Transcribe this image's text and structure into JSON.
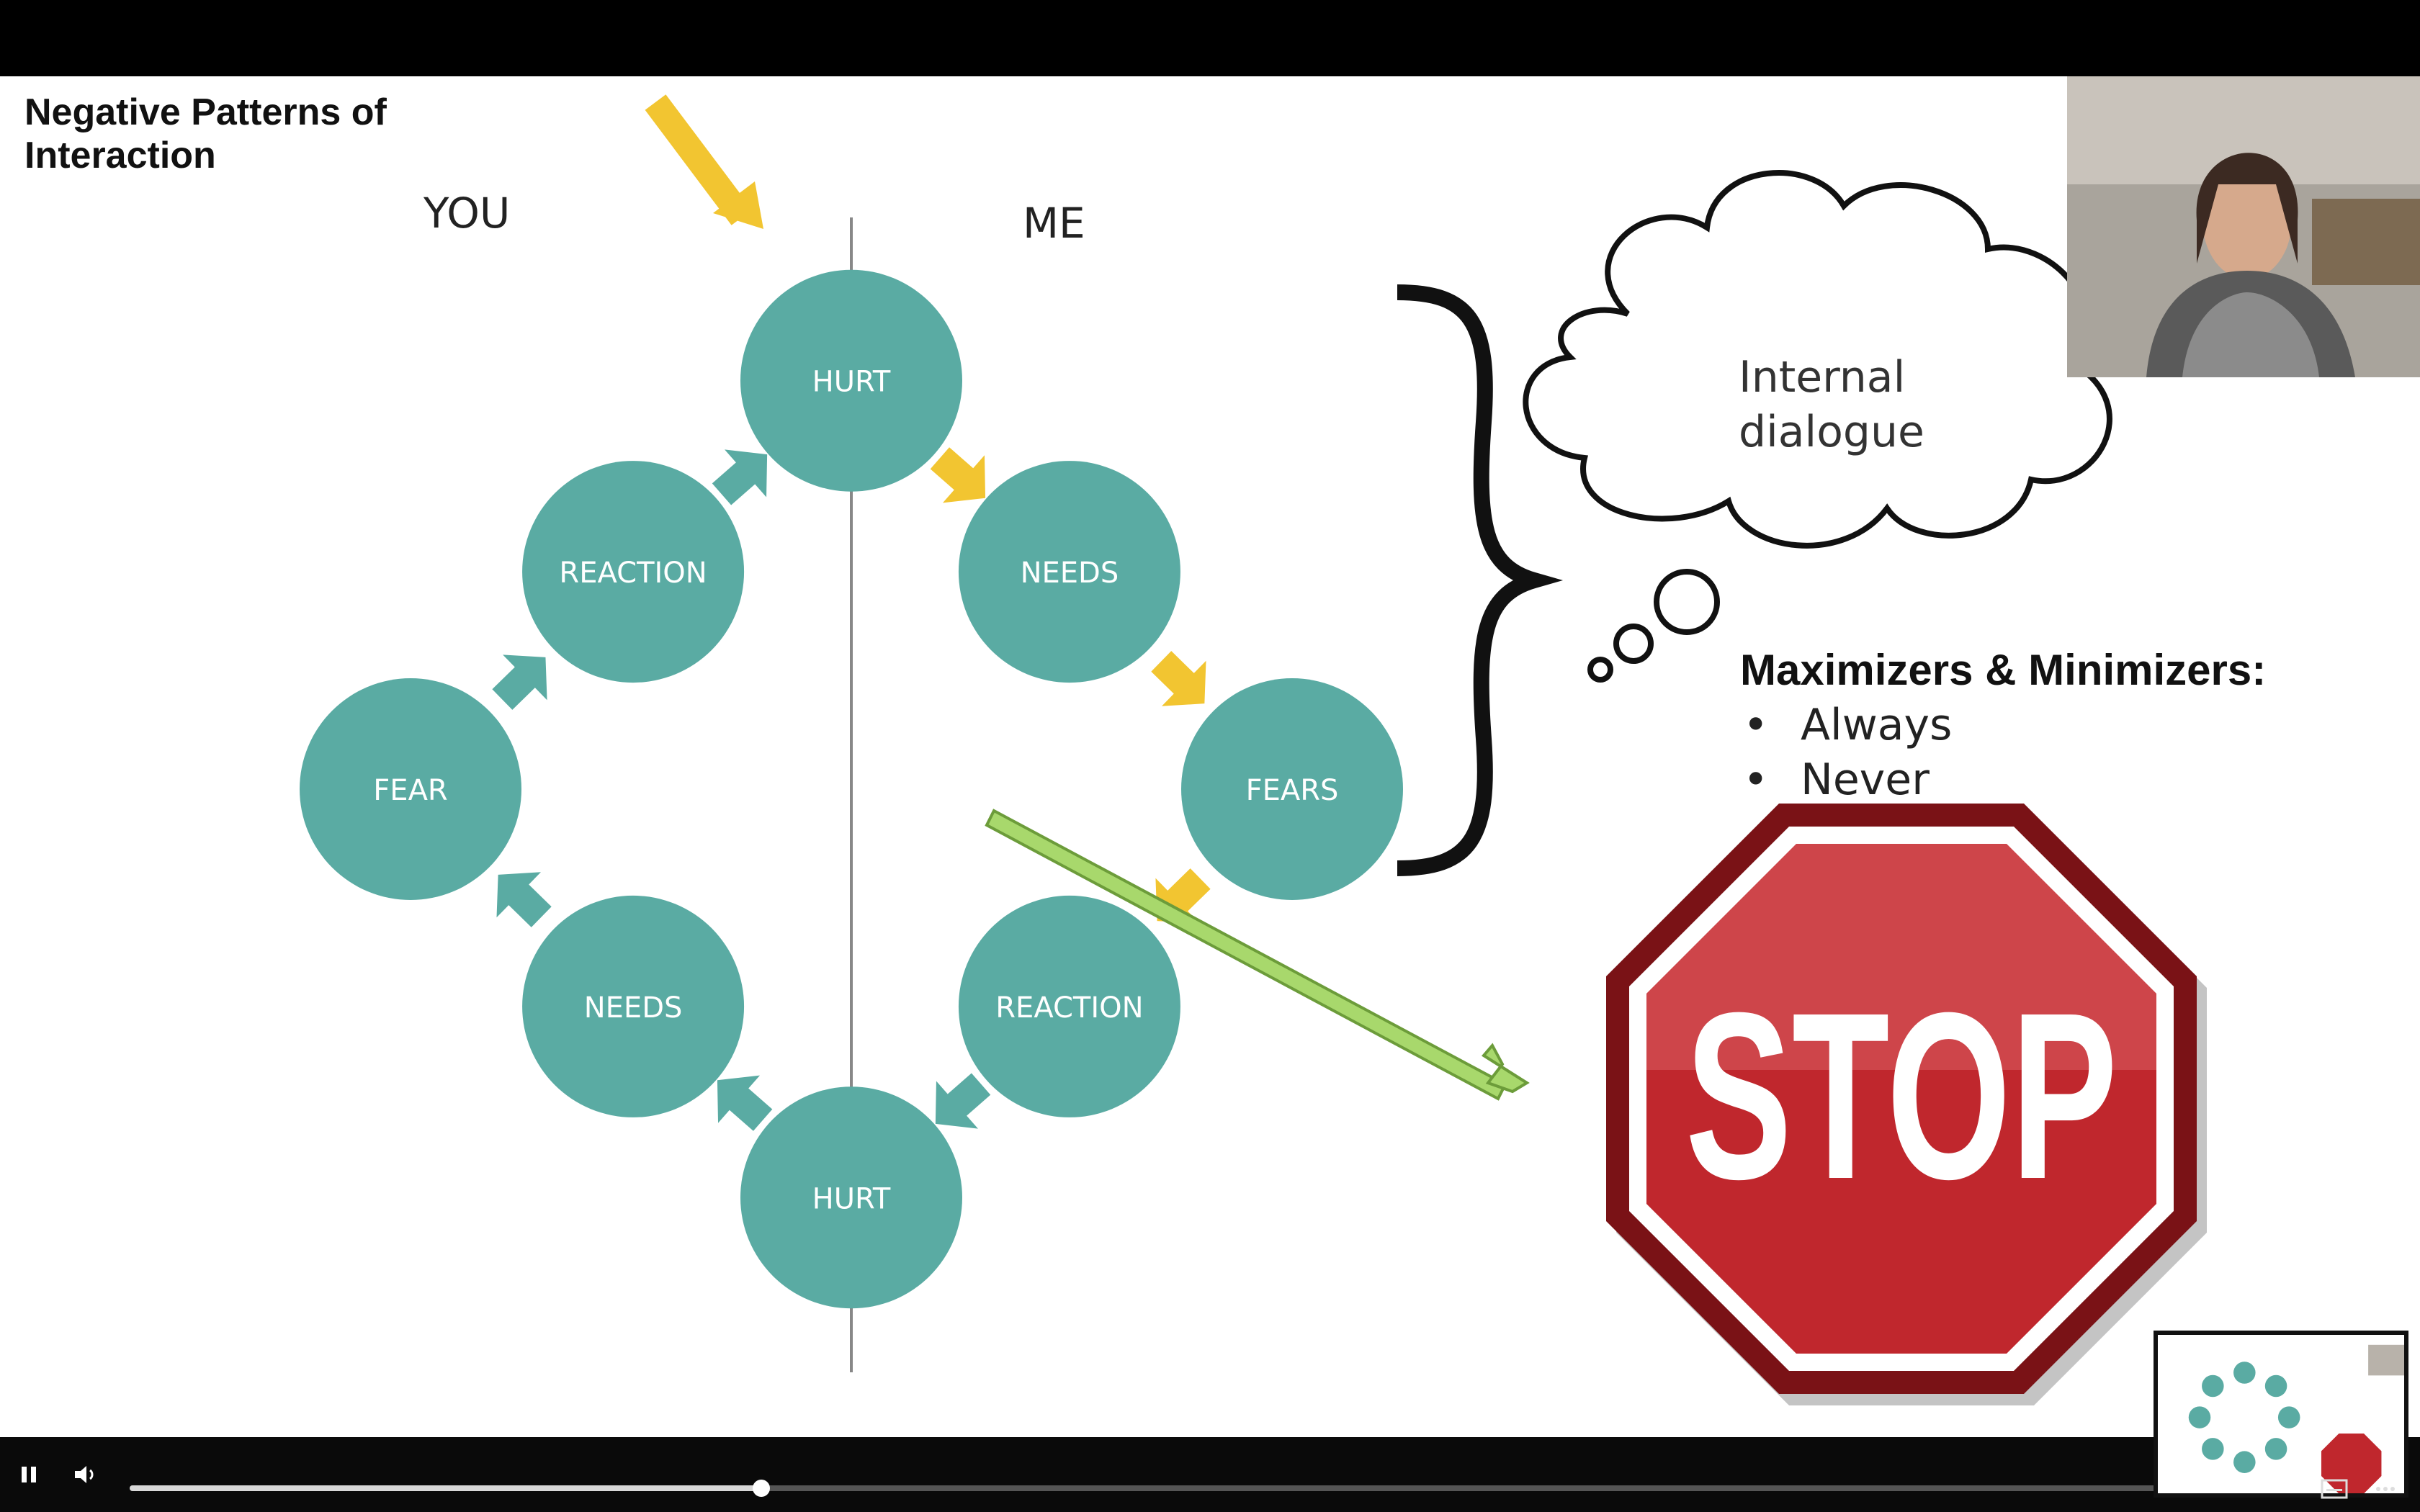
{
  "slide": {
    "title": "Negative Patterns of Interaction",
    "left_label": "YOU",
    "right_label": "ME",
    "cycle_nodes": [
      "HURT",
      "NEEDS",
      "FEARS",
      "REACTION",
      "HURT",
      "NEEDS",
      "FEAR",
      "REACTION"
    ],
    "thought_bubble": "Internal dialogue",
    "maximizers_title": "Maximizers & Minimizers:",
    "bullets": [
      "Always",
      "Never"
    ],
    "stop_sign_text": "STOP",
    "colors": {
      "node_teal": "#5aaba3",
      "arrow_teal": "#5aaba3",
      "arrow_yellow": "#f2c531",
      "arrow_green": "#a8d86c",
      "stop_red": "#c0272d"
    }
  },
  "webcam": {
    "description_icon": "presenter-video-icon"
  },
  "player": {
    "playback_state": "playing",
    "progress_fraction": 0.311,
    "icons": {
      "pause": "pause-icon",
      "volume": "volume-icon",
      "captions": "captions-icon",
      "more": "more-icon"
    }
  }
}
